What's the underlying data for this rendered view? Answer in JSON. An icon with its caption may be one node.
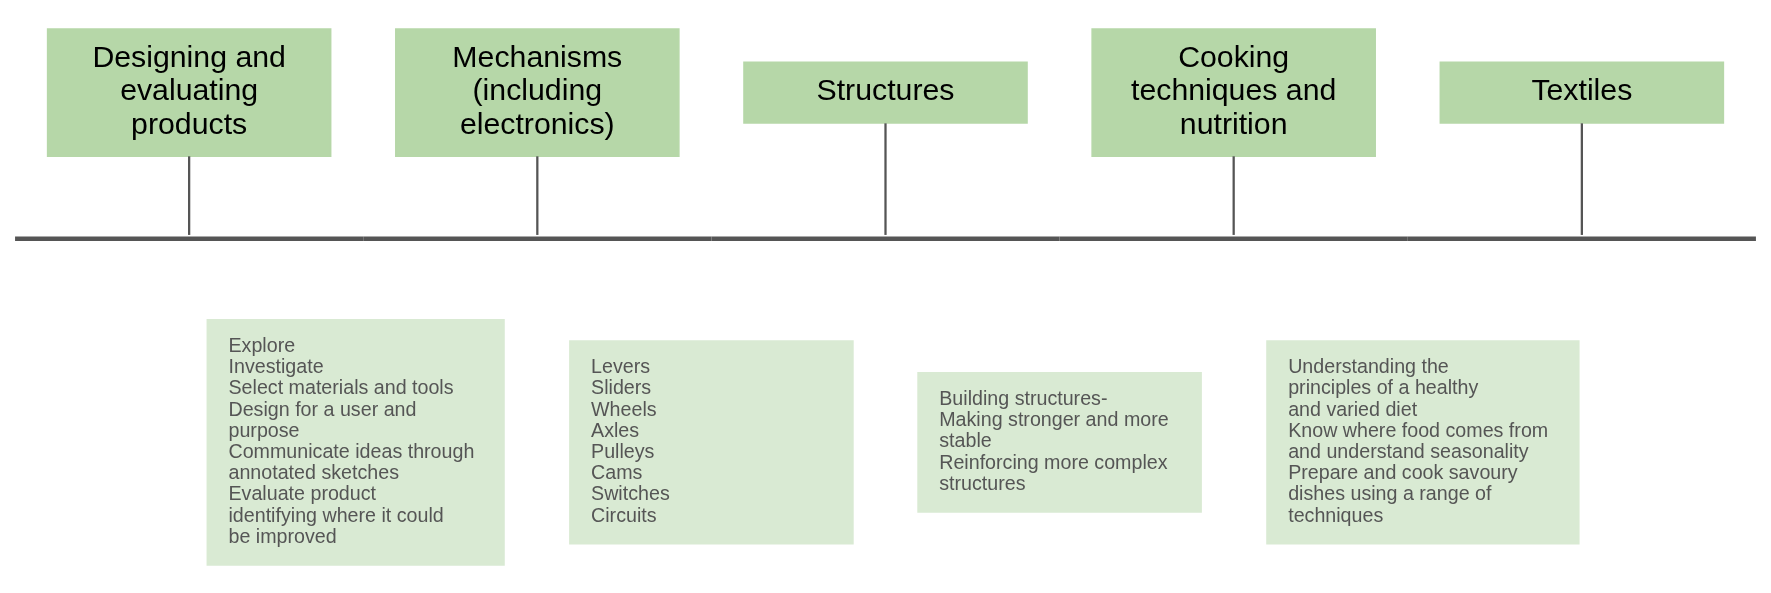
{
  "diagram": {
    "nodes": [
      {
        "text": [
          "Designing and evaluating products"
        ]
      },
      {
        "text": [
          "Mechanisms (including electronics)"
        ]
      },
      {
        "text": [
          "Structures"
        ]
      },
      {
        "text": [
          "Cooking techniques and nutrition"
        ]
      },
      {
        "text": [
          "Textiles"
        ]
      },
      {
        "text": [],
        "shape": "bar"
      },
      {
        "text": [
          "Explore",
          "Investigate",
          "Select materials and tools",
          "Design for a user and purpose",
          "Communicate ideas through annotated sketches",
          "Evaluate product identifying where it could be improved"
        ]
      },
      {
        "text": [
          "Levers",
          "Sliders",
          "Wheels",
          "Axles",
          "Pulleys",
          "Cams",
          "Switches",
          "Circuits"
        ]
      },
      {
        "text": [
          "Building structures-",
          "Making stronger and more stable",
          "Reinforcing more complex structures"
        ]
      },
      {
        "text": [
          "Understanding the principles of a healthy and varied diet",
          "Know where food comes from and understand seasonality",
          "Prepare and cook savoury dishes using a range of techniques"
        ]
      }
    ],
    "edges": [
      {
        "from": 0,
        "to": 5,
        "arrow": "none"
      },
      {
        "from": 1,
        "to": 5,
        "arrow": "none"
      },
      {
        "from": 2,
        "to": 5,
        "arrow": "none"
      },
      {
        "from": 3,
        "to": 5,
        "arrow": "none"
      },
      {
        "from": 4,
        "to": 5,
        "arrow": "none"
      }
    ]
  }
}
